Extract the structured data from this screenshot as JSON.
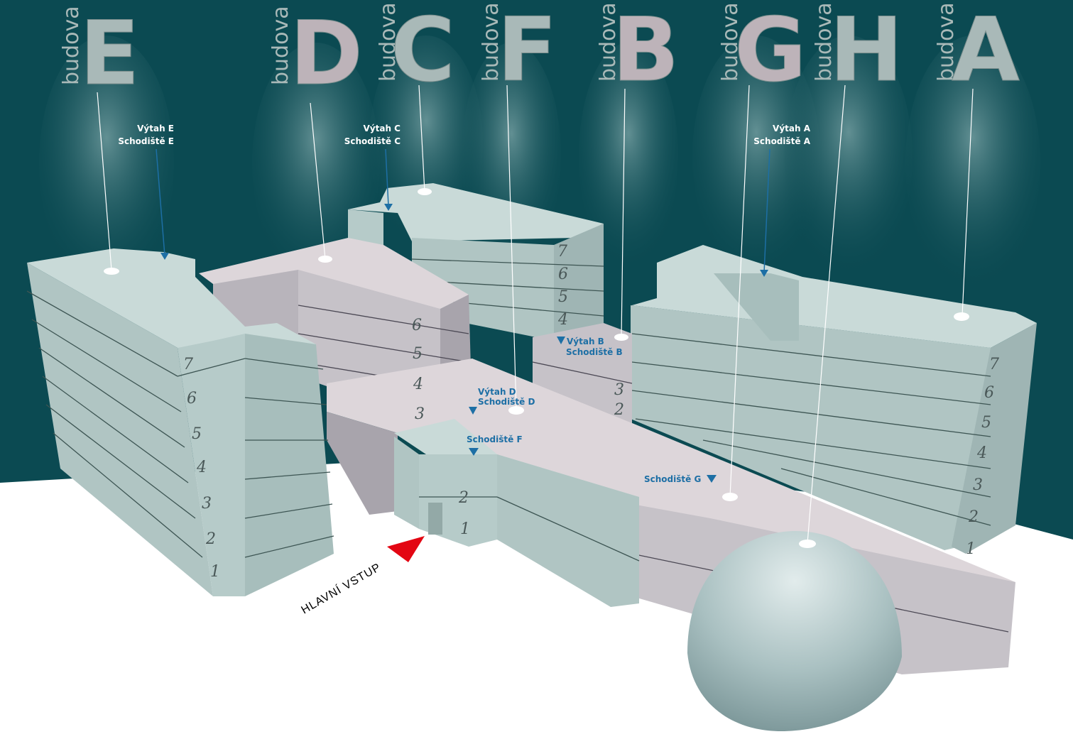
{
  "buildings": [
    {
      "prefix": "budova",
      "letter": "E"
    },
    {
      "prefix": "budova",
      "letter": "D"
    },
    {
      "prefix": "budova",
      "letter": "C"
    },
    {
      "prefix": "budova",
      "letter": "F"
    },
    {
      "prefix": "budova",
      "letter": "B"
    },
    {
      "prefix": "budova",
      "letter": "G"
    },
    {
      "prefix": "budova",
      "letter": "H"
    },
    {
      "prefix": "budova",
      "letter": "A"
    }
  ],
  "labels": {
    "elevator_e": "Výtah  E",
    "stairs_e": "Schodiště E",
    "elevator_c": "Výtah  C",
    "stairs_c": "Schodiště C",
    "elevator_a": "Výtah  A",
    "stairs_a": "Schodiště A",
    "elevator_b": "Výtah B",
    "stairs_b": "Schodiště B",
    "elevator_d": "Výtah D",
    "stairs_d": "Schodiště D",
    "stairs_f": "Schodiště F",
    "stairs_g": "Schodiště G",
    "main_entrance": "HLAVNÍ VSTUP"
  },
  "floors": {
    "e": [
      "7",
      "6",
      "5",
      "4",
      "3",
      "2",
      "1"
    ],
    "d": [
      "6",
      "5",
      "4",
      "3"
    ],
    "c": [
      "7",
      "6",
      "5",
      "4"
    ],
    "b": [
      "3",
      "2"
    ],
    "f": [
      "2",
      "1"
    ],
    "a": [
      "7",
      "6",
      "5",
      "4",
      "3",
      "2",
      "1"
    ]
  },
  "colors": {
    "sky": "#0b4a52",
    "ground": "#ffffff",
    "block": "#b6cbc9",
    "roof": "#c9dad8",
    "pink_roof": "#ddd6da",
    "entrance_arrow": "#e30613",
    "label_blue": "#1d6fa5"
  }
}
